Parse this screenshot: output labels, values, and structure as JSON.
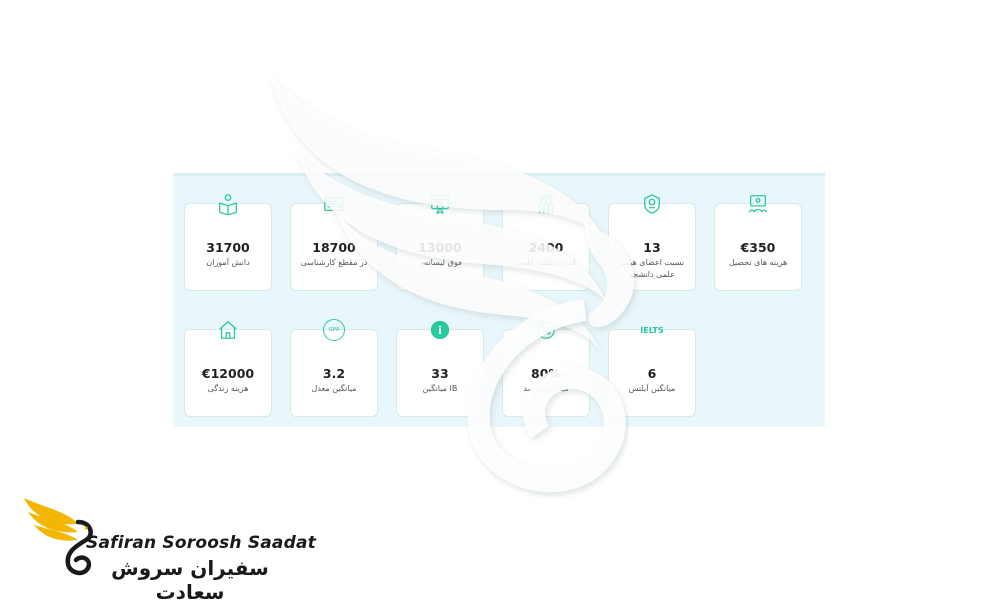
{
  "colors": {
    "accent": "#29c9a0",
    "panel_bg": "#e9f6fb",
    "logo_gold": "#f2b705"
  },
  "stats_row_1": [
    {
      "value": "€350",
      "label": "هزینه های تحصیل",
      "icon": "monitor-people-icon"
    },
    {
      "value": "13",
      "label": "نسبت اعضای هیئت علمی دانشجو",
      "icon": "badge-icon"
    },
    {
      "value": "2400",
      "label": "قدرت هیئت علمی",
      "icon": "group-people-icon"
    },
    {
      "value": "13000",
      "label": "فوق لیسانس",
      "icon": "certificate-icon"
    },
    {
      "value": "18700",
      "label": "در مقطع کارشناسی",
      "icon": "diploma-icon"
    },
    {
      "value": "31700",
      "label": "دانش آموزان",
      "icon": "student-reading-icon"
    }
  ],
  "stats_row_2": [
    {
      "value": "6",
      "label": "میانگین آیلتس",
      "icon": "ielts-icon",
      "icon_text": "IELTS"
    },
    {
      "value": "80%",
      "label": "میانگین درصد",
      "icon": "percent-icon"
    },
    {
      "value": "33",
      "label": "IB میانگین",
      "icon": "ib-icon"
    },
    {
      "value": "3.2",
      "label": "میانگین معدل",
      "icon": "gpa-icon",
      "icon_text": "GPA"
    },
    {
      "value": "€12000",
      "label": "هزینه زندگی",
      "icon": "house-icon"
    }
  ],
  "logo": {
    "name_en": "Safiran Soroosh Saadat",
    "name_fa": "سفیران سروش سعادت"
  }
}
